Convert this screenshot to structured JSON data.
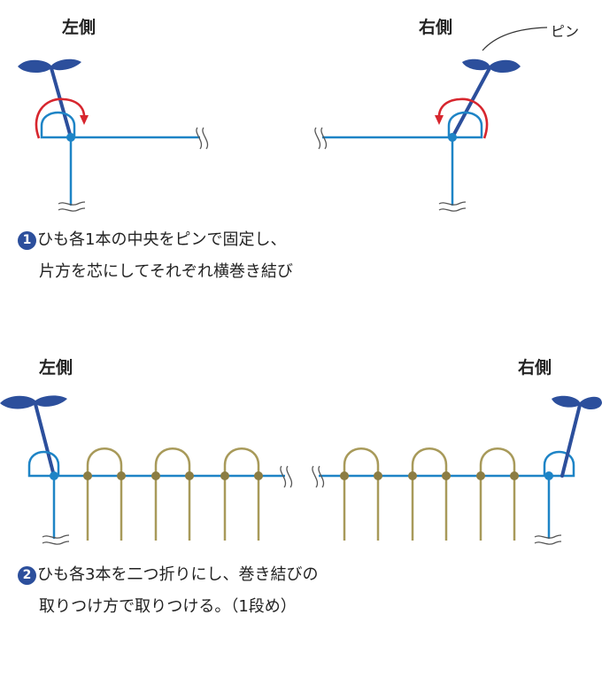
{
  "colors": {
    "blue_cord": "#1e84c6",
    "pin": "#2c4f9c",
    "arrow": "#d7262e",
    "gold_cord": "#a89a5a",
    "knot_blue": "#1e84c6",
    "knot_gold": "#8c7d43",
    "step_number": "#2c4f9c"
  },
  "step1": {
    "left_label": "左側",
    "right_label": "右側",
    "pin_label": "ピン",
    "number": "1",
    "caption_line1": "ひも各1本の中央をピンで固定し、",
    "caption_line2": "片方を芯にしてそれぞれ横巻き結び"
  },
  "step2": {
    "left_label": "左側",
    "right_label": "右側",
    "number": "2",
    "caption_line1": "ひも各3本を二つ折りにし、巻き結びの",
    "caption_line2": "取りつけ方で取りつける。（1段め）"
  }
}
